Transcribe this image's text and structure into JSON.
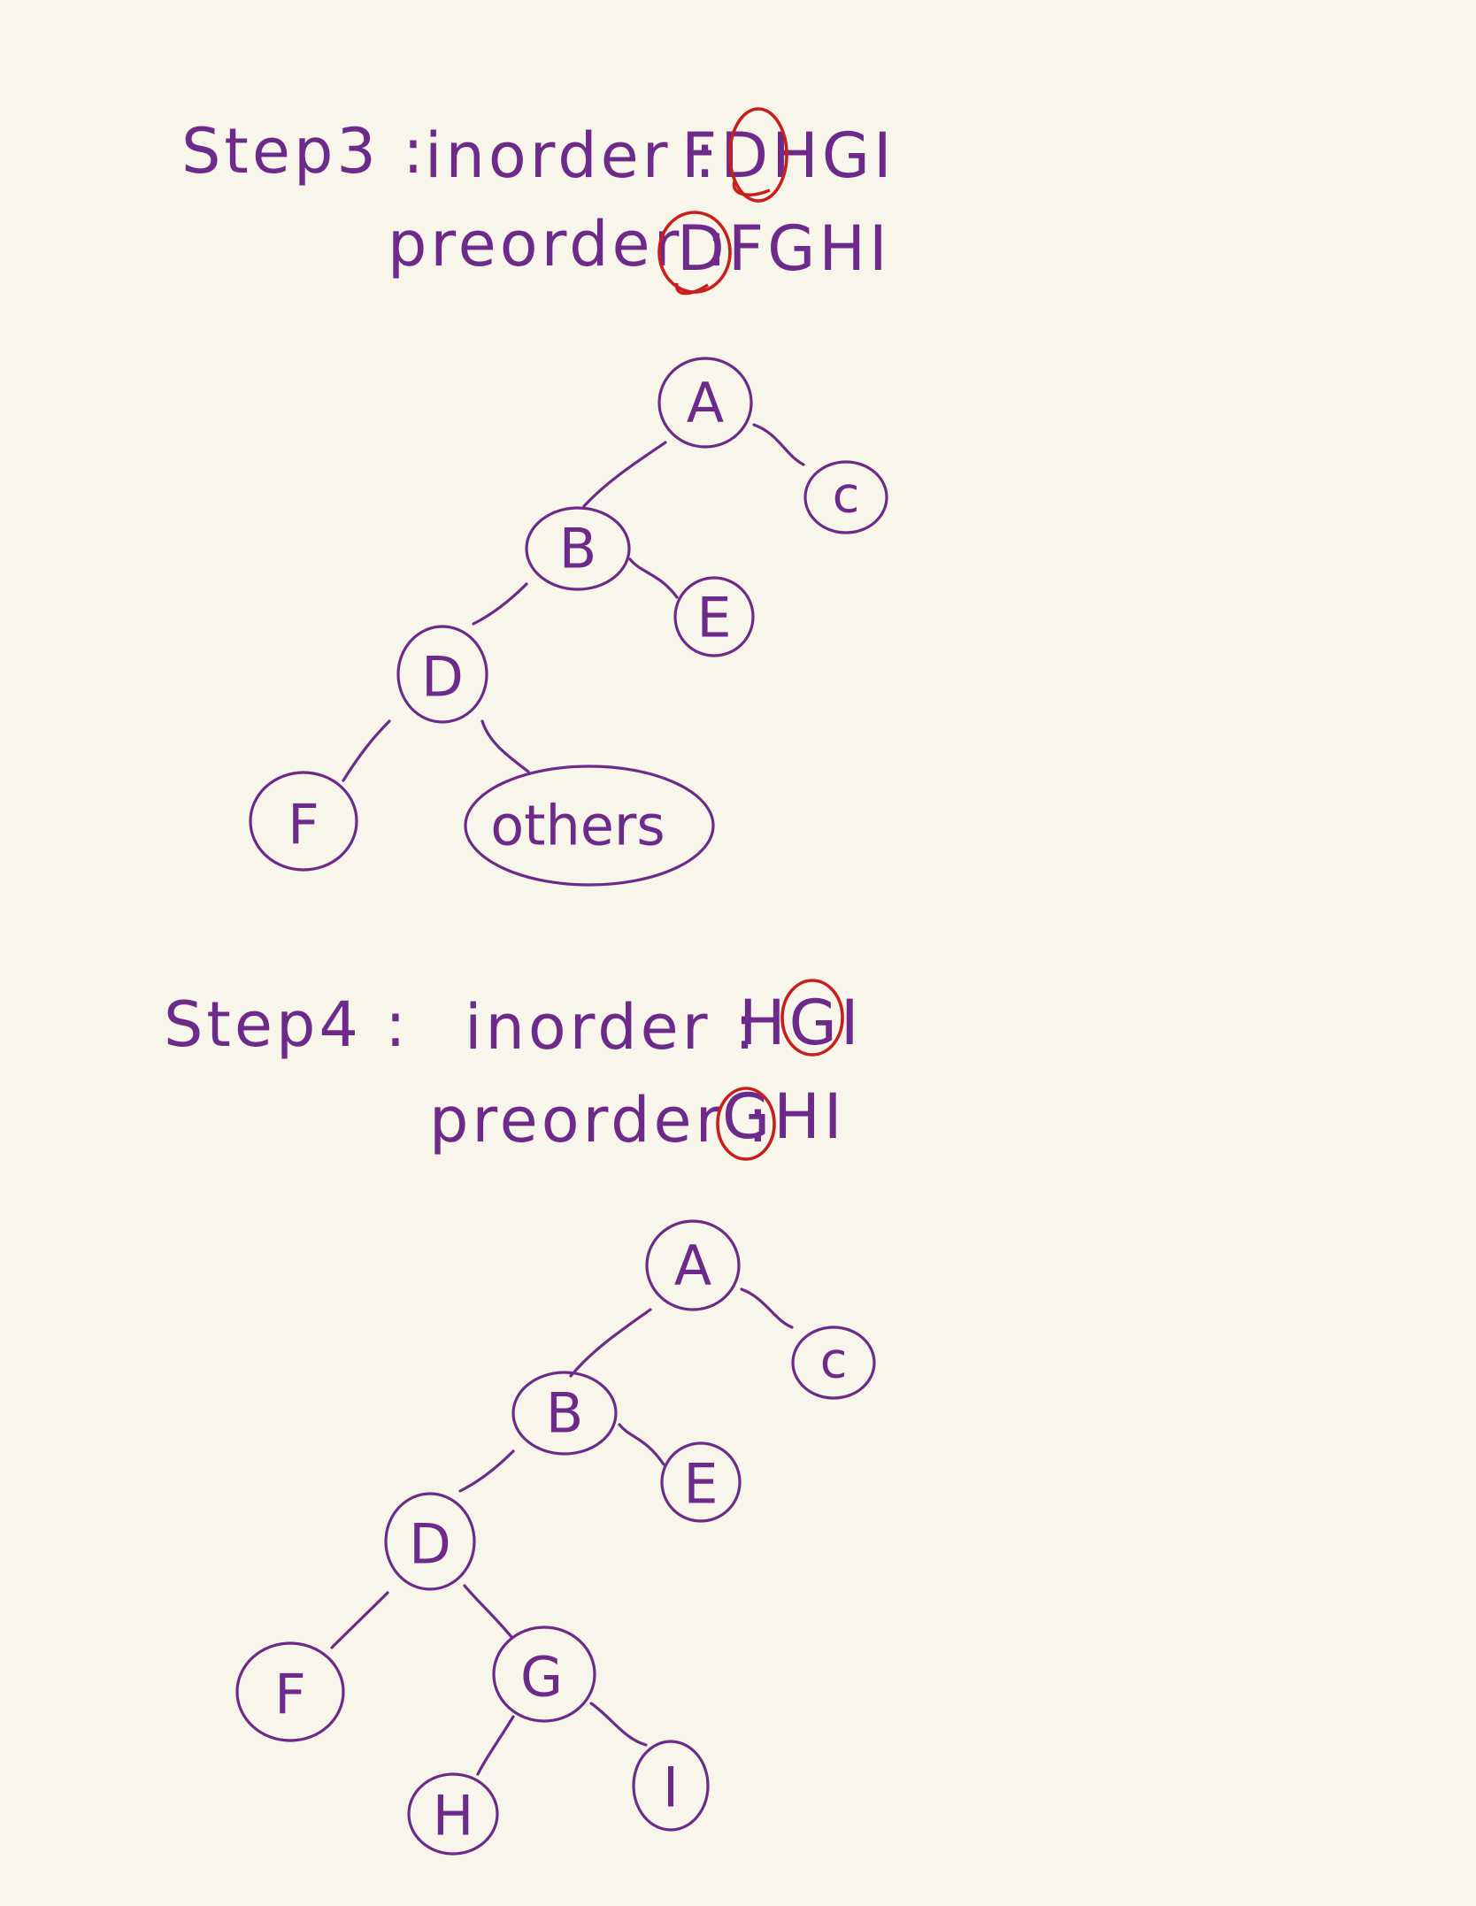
{
  "step3": {
    "title": "Step3 :",
    "inorder_label": "inorder :",
    "inorder_sequence": "FDHGI",
    "preorder_label": "preorder :",
    "preorder_sequence": "DFGHI",
    "highlight": "D",
    "tree": {
      "A": "A",
      "B": "B",
      "C": "c",
      "D": "D",
      "E": "E",
      "F": "F",
      "others": "others"
    }
  },
  "step4": {
    "title": "Step4 :",
    "inorder_label": "inorder :",
    "inorder_sequence": "HGI",
    "preorder_label": "preorder :",
    "preorder_sequence": "GHI",
    "highlight": "G",
    "tree": {
      "A": "A",
      "B": "B",
      "C": "c",
      "D": "D",
      "E": "E",
      "F": "F",
      "G": "G",
      "H": "H",
      "I": "I"
    }
  },
  "colors": {
    "ink": "#6e2a8a",
    "mark": "#c7201c",
    "paper": "#f8f5ea"
  }
}
